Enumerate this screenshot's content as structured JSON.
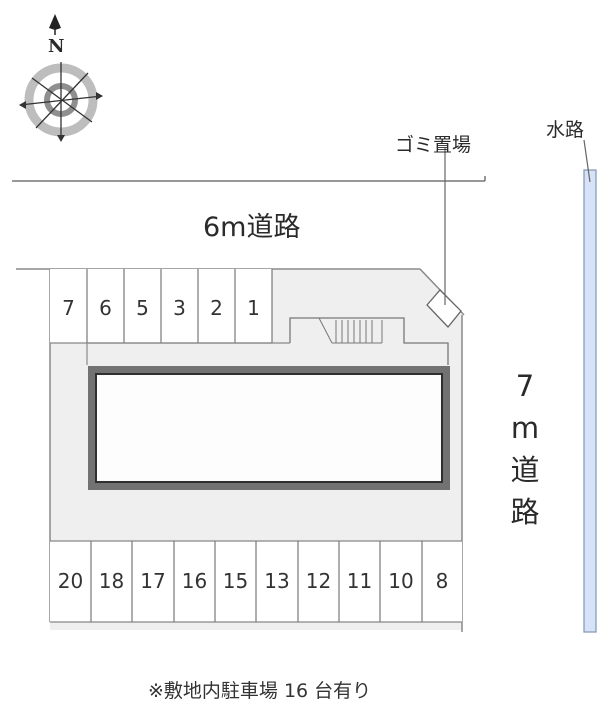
{
  "compass": {
    "label": "N",
    "icon": "compass-rose-icon"
  },
  "roads": {
    "top": "6m道路",
    "right": [
      "7",
      "m",
      "道",
      "路"
    ]
  },
  "labels": {
    "garbage": "ゴミ置場",
    "waterway": "水路"
  },
  "parking": {
    "top_row": [
      "7",
      "6",
      "5",
      "3",
      "2",
      "1"
    ],
    "bottom_row": [
      "20",
      "18",
      "17",
      "16",
      "15",
      "13",
      "12",
      "11",
      "10",
      "8"
    ]
  },
  "note": "※敷地内駐車場 16 台有り",
  "colors": {
    "lot_fill": "#efefef",
    "building_border": "#6f6f6f",
    "waterway_fill": "#d6e2f7",
    "waterway_border": "#8a9bb5",
    "line": "#555555"
  }
}
